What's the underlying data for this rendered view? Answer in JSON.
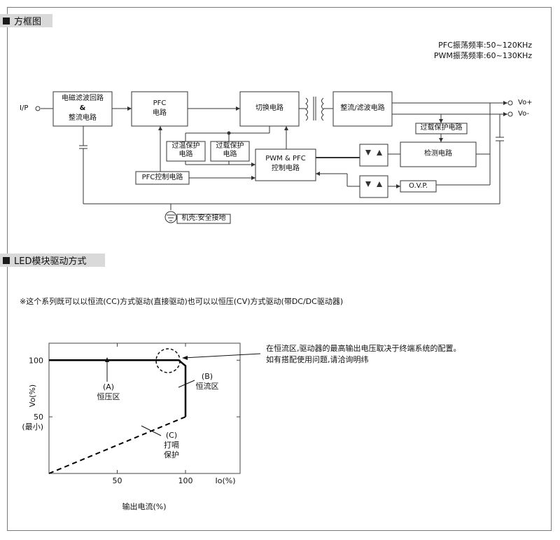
{
  "section1": {
    "title": "方框图"
  },
  "section2": {
    "title": "LED模块驱动方式"
  },
  "spec": {
    "pfc": "PFC振荡频率:50~120KHz",
    "pwm": "PWM振荡频率:60~130KHz"
  },
  "block_diagram": {
    "input": "I/P",
    "emi_line1": "电磁滤波回路",
    "emi_line2": "&",
    "emi_line3": "整流电路",
    "pfc_line1": "PFC",
    "pfc_line2": "电路",
    "switch": "切换电路",
    "rect_filter": "整流/滤波电路",
    "vo_plus": "Vo+",
    "vo_minus": "Vo-",
    "otp_line1": "过温保护",
    "otp_line2": "电路",
    "olp_line1": "过载保护",
    "olp_line2": "电路",
    "pwm_line1": "PWM & PFC",
    "pwm_line2": "控制电路",
    "olp_right": "过载保护电路",
    "detect": "检测电路",
    "ovp": "O.V.P.",
    "pfc_ctrl": "PFC控制电路",
    "ground": "机壳:安全接地"
  },
  "note": "※这个系列既可以以恒流(CC)方式驱动(直接驱动)也可以以恒压(CV)方式驱动(带DC/DC驱动器)",
  "annotation": {
    "line1": "在恒流区,驱动器的最高输出电压取决于终端系统的配置。",
    "line2": "如有搭配使用问题,请洽询明纬"
  },
  "chart_data": {
    "type": "line",
    "title": "",
    "xlabel": "输出电流(%)",
    "x_axis_unit": "Io(%)",
    "ylabel": "Vo(%)",
    "x_ticks": [
      "50",
      "100"
    ],
    "y_ticks": [
      "100",
      "50"
    ],
    "y_tick_sub": "(最小)",
    "xlim": [
      0,
      140
    ],
    "ylim": [
      0,
      115
    ],
    "series": [
      {
        "style": "solid",
        "points": [
          [
            0,
            100
          ],
          [
            95,
            100
          ],
          [
            100,
            95
          ],
          [
            100,
            50
          ]
        ]
      },
      {
        "style": "dashed",
        "points": [
          [
            0,
            0
          ],
          [
            100,
            50
          ]
        ]
      }
    ],
    "region_labels": [
      {
        "tag": "(A)",
        "text": "恒压区"
      },
      {
        "tag": "(B)",
        "text": "恒流区"
      },
      {
        "tag": "(C)",
        "text_line1": "打嗝",
        "text_line2": "保护"
      }
    ]
  }
}
